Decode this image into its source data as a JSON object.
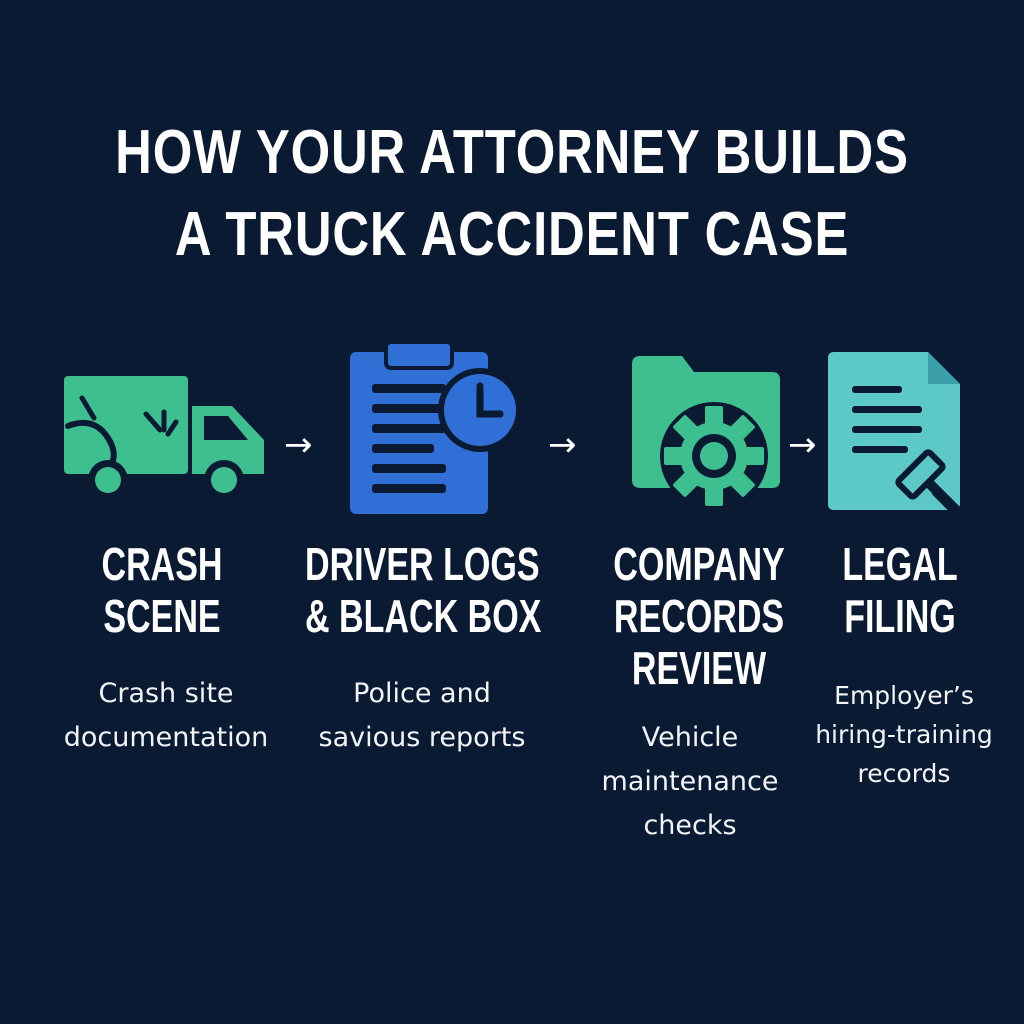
{
  "title": {
    "line1": "HOW YOUR ATTORNEY BUILDS",
    "line2": "A TRUCK ACCIDENT CASE"
  },
  "colors": {
    "background": "#0b1a33",
    "green": "#3dbf8f",
    "blue": "#2f6fd6",
    "teal": "#5cc8c8"
  },
  "steps": [
    {
      "icon": "truck-crash-icon",
      "title_lines": [
        "CRASH",
        "SCENE"
      ],
      "desc_lines": [
        "Crash site",
        "documentation"
      ]
    },
    {
      "icon": "clipboard-clock-icon",
      "title_lines": [
        "DRIVER LOGS",
        "& BLACK BOX"
      ],
      "desc_lines": [
        "Police and",
        "savious reports"
      ]
    },
    {
      "icon": "folder-gear-icon",
      "title_lines": [
        "COMPANY",
        "RECORDS",
        "REVIEW"
      ],
      "desc_lines": [
        "Vehicle",
        "maintenance",
        "checks"
      ]
    },
    {
      "icon": "document-gavel-icon",
      "title_lines": [
        "LEGAL",
        "FILING"
      ],
      "desc_lines": [
        "Employer’s",
        "hiring-training",
        "records"
      ]
    }
  ],
  "arrows": [
    "→",
    "→",
    "→"
  ]
}
